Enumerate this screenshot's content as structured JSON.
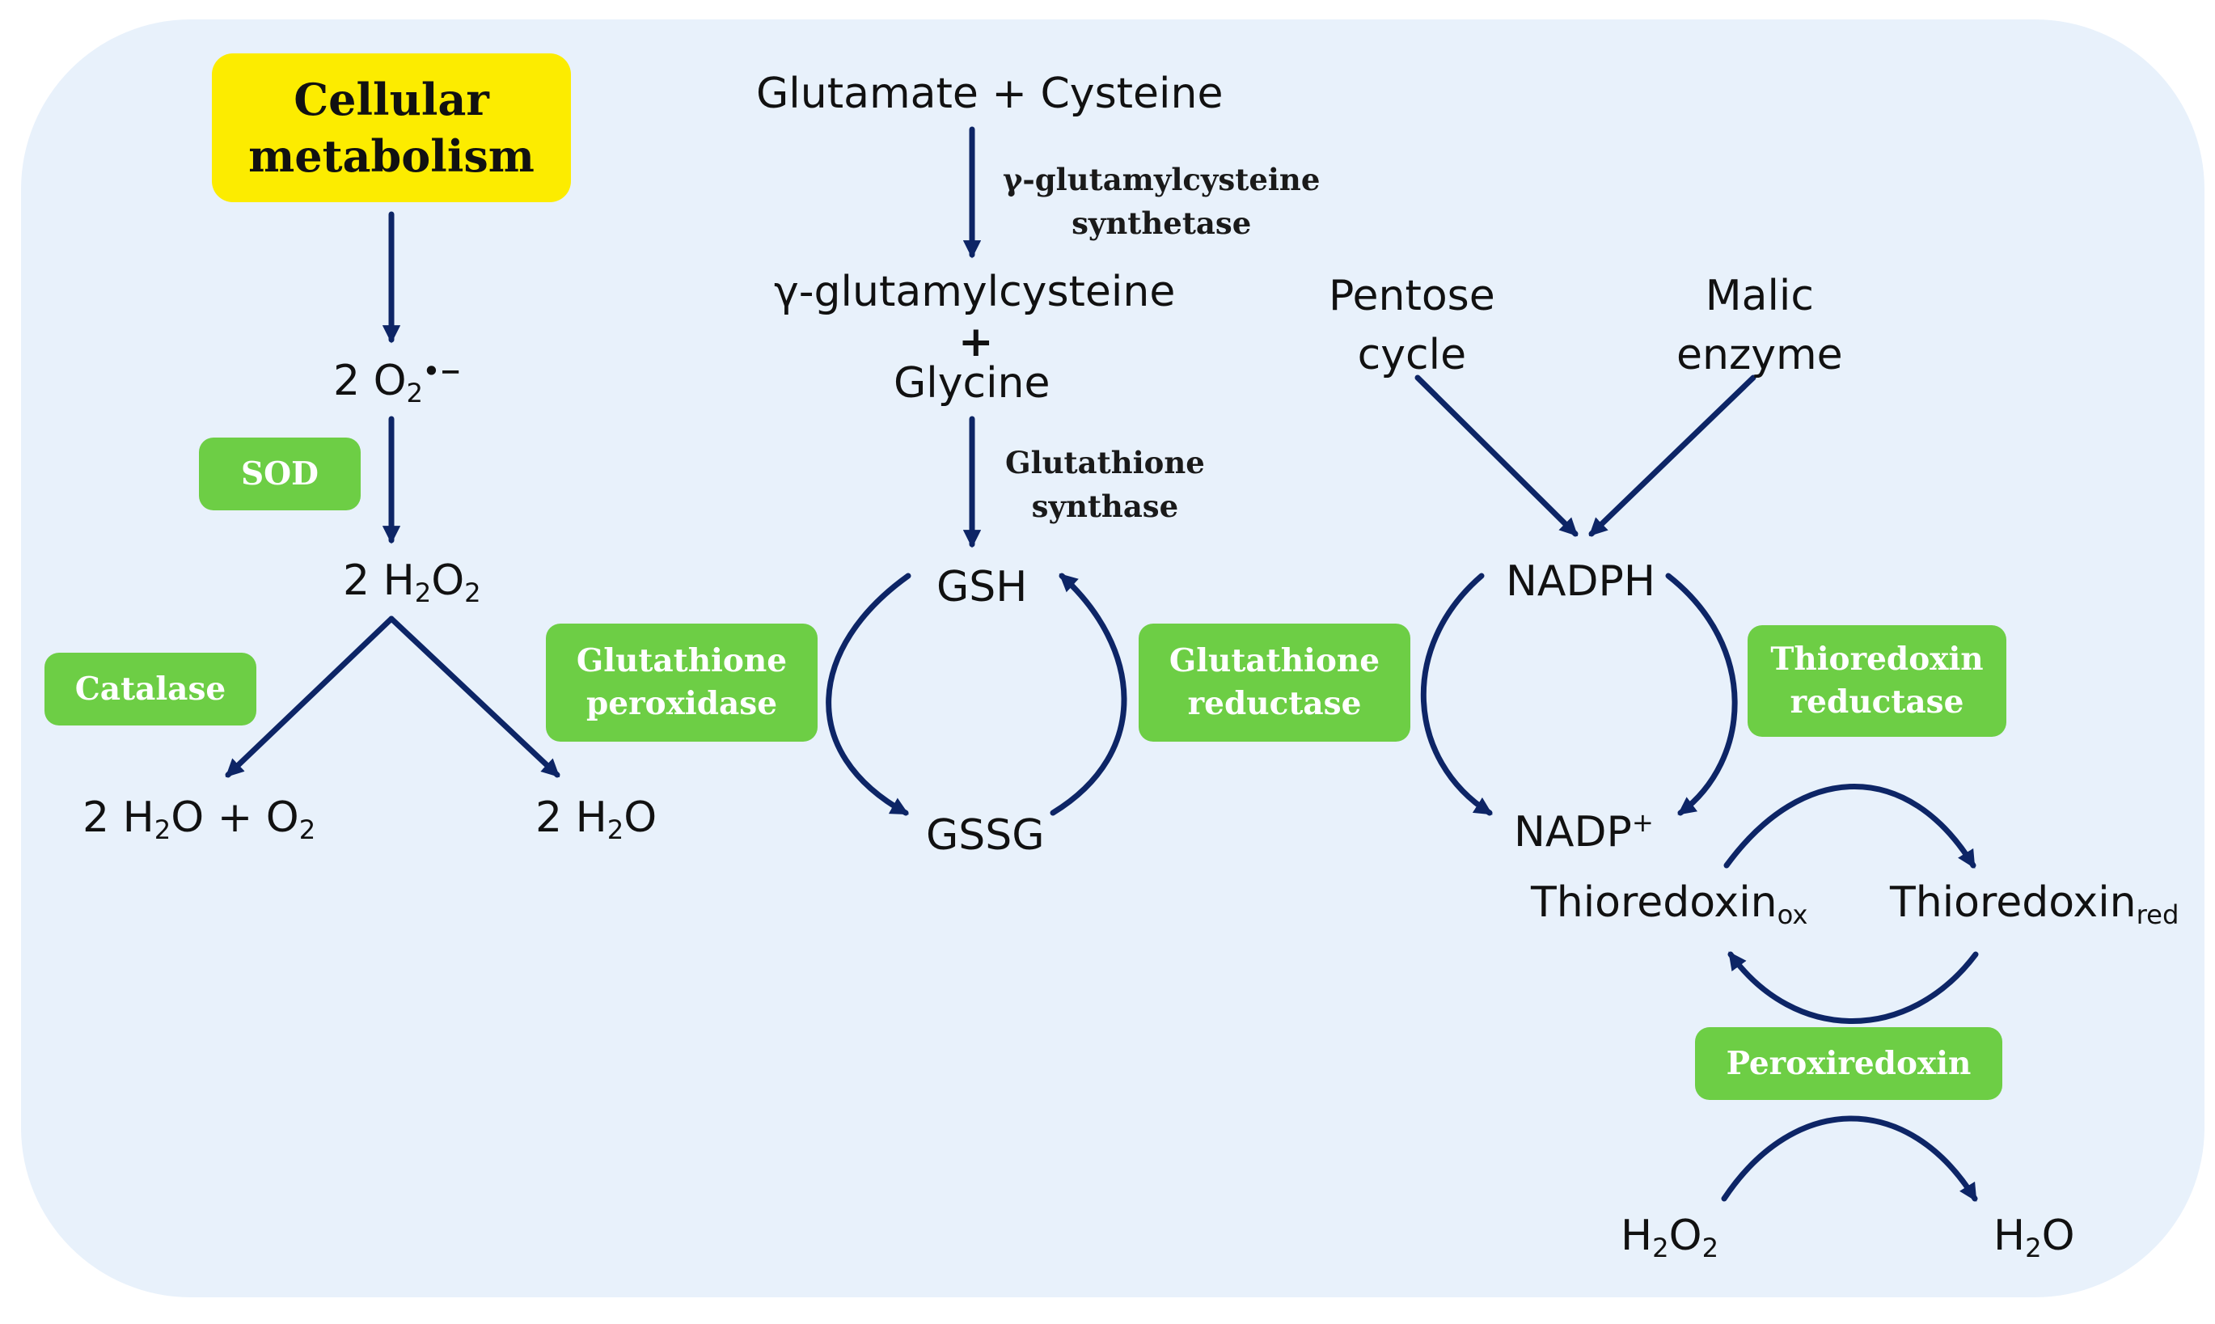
{
  "colors": {
    "background_panel": "#e8f1fb",
    "arrow": "#0d2566",
    "enzyme_box": "#6dce45",
    "enzyme_text": "#ffffff",
    "source_box": "#fcec00"
  },
  "source": {
    "line1": "Cellular",
    "line2": "metabolism"
  },
  "sod_pathway": {
    "superoxide_coef": "2 O",
    "superoxide_sub": "2",
    "superoxide_charge": "•−",
    "h2o2_coef": "2 H",
    "h2o2_sub1": "2",
    "h2o2_o": "O",
    "h2o2_sub2": "2",
    "water_oxygen_a": "2 H",
    "water_oxygen_sub": "2",
    "water_oxygen_b": "O + O",
    "water_oxygen_sub2": "2",
    "water_a": "2 H",
    "water_sub": "2",
    "water_b": "O",
    "enzyme_sod": "SOD",
    "enzyme_catalase": "Catalase"
  },
  "glutathione_pathway": {
    "substrates": "Glutamate + Cysteine",
    "enzyme1_line1": "γ-glutamylcysteine",
    "enzyme1_line2": "synthetase",
    "intermediate": "γ-glutamylcysteine",
    "plus": "+",
    "glycine": "Glycine",
    "enzyme2_line1": "Glutathione",
    "enzyme2_line2": "synthase",
    "gsh": "GSH",
    "gssg": "GSSG",
    "peroxidase_line1": "Glutathione",
    "peroxidase_line2": "peroxidase",
    "reductase_line1": "Glutathione",
    "reductase_line2": "reductase"
  },
  "nadph_pathway": {
    "pentose_line1": "Pentose",
    "pentose_line2": "cycle",
    "malic_line1": "Malic",
    "malic_line2": "enzyme",
    "nadph": "NADPH",
    "nadp": "NADP",
    "nadp_sup": "+",
    "trx_reductase_line1": "Thioredoxin",
    "trx_reductase_line2": "reductase",
    "trx_ox": "Thioredoxin",
    "trx_ox_sub": "ox",
    "trx_red": "Thioredoxin",
    "trx_red_sub": "red",
    "peroxiredoxin": "Peroxiredoxin",
    "h2o2_a": "H",
    "h2o2_sub1": "2",
    "h2o2_b": "O",
    "h2o2_sub2": "2",
    "h2o_a": "H",
    "h2o_sub": "2",
    "h2o_b": "O"
  }
}
